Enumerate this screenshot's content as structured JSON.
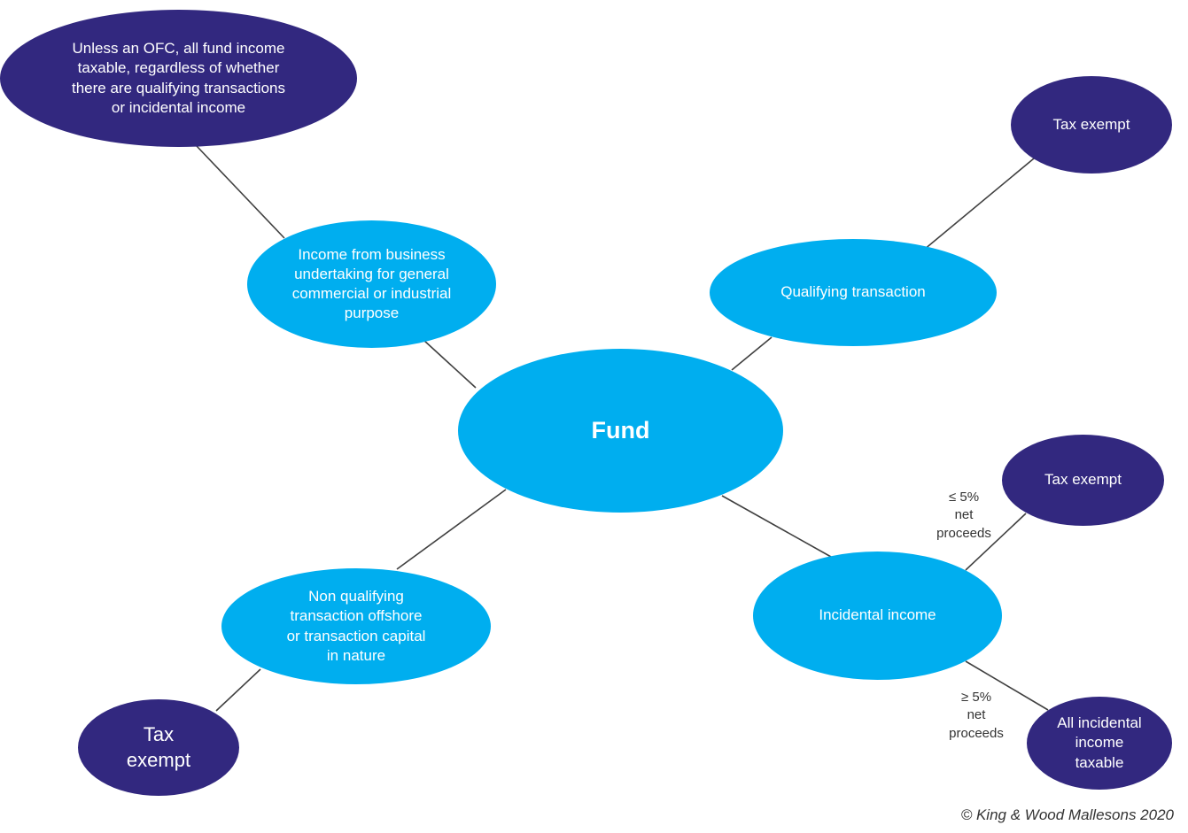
{
  "center": {
    "label": "Fund"
  },
  "nodes": {
    "business_income": {
      "lines": [
        "Income from business",
        "undertaking for general",
        "commercial or industrial",
        "purpose"
      ]
    },
    "ofc_note": {
      "lines": [
        "Unless an OFC, all fund income",
        "taxable, regardless of whether",
        "there are qualifying transactions",
        "or incidental income"
      ]
    },
    "qualifying": {
      "lines": [
        "Qualifying transaction"
      ]
    },
    "qualifying_exempt": {
      "lines": [
        "Tax exempt"
      ]
    },
    "incidental": {
      "lines": [
        "Incidental income"
      ]
    },
    "incidental_exempt": {
      "lines": [
        "Tax exempt"
      ]
    },
    "incidental_taxable": {
      "lines": [
        "All incidental",
        "income",
        "taxable"
      ]
    },
    "non_qualifying": {
      "lines": [
        "Non qualifying",
        "transaction offshore",
        "or transaction capital",
        "in nature"
      ]
    },
    "non_qualifying_exempt": {
      "lines": [
        "Tax",
        "exempt"
      ]
    }
  },
  "edge_labels": {
    "le_5": {
      "lines": [
        "≤ 5%",
        "net",
        "proceeds"
      ]
    },
    "ge_5": {
      "lines": [
        "≥ 5%",
        "net",
        "proceeds"
      ]
    }
  },
  "footer": {
    "copyright": "© King & Wood Mallesons 2020"
  },
  "colors": {
    "primary_node": "#00aeef",
    "secondary_node": "#32287f",
    "connector": "#404040"
  }
}
